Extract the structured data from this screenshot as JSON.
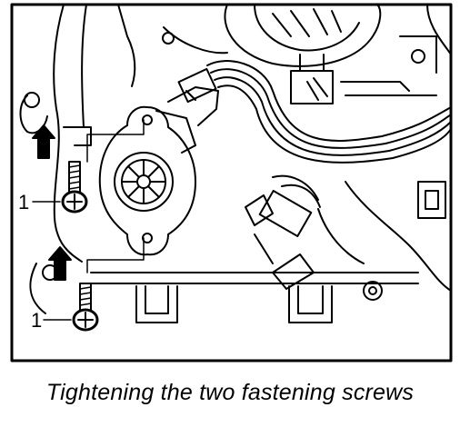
{
  "caption": "Tightening the two fastening screws",
  "callouts": [
    {
      "id": "upper",
      "label": "1"
    },
    {
      "id": "lower",
      "label": "1"
    }
  ],
  "colors": {
    "line": "#000000",
    "background": "#ffffff"
  },
  "icons": [
    "arrow-up-icon",
    "screw-icon"
  ]
}
